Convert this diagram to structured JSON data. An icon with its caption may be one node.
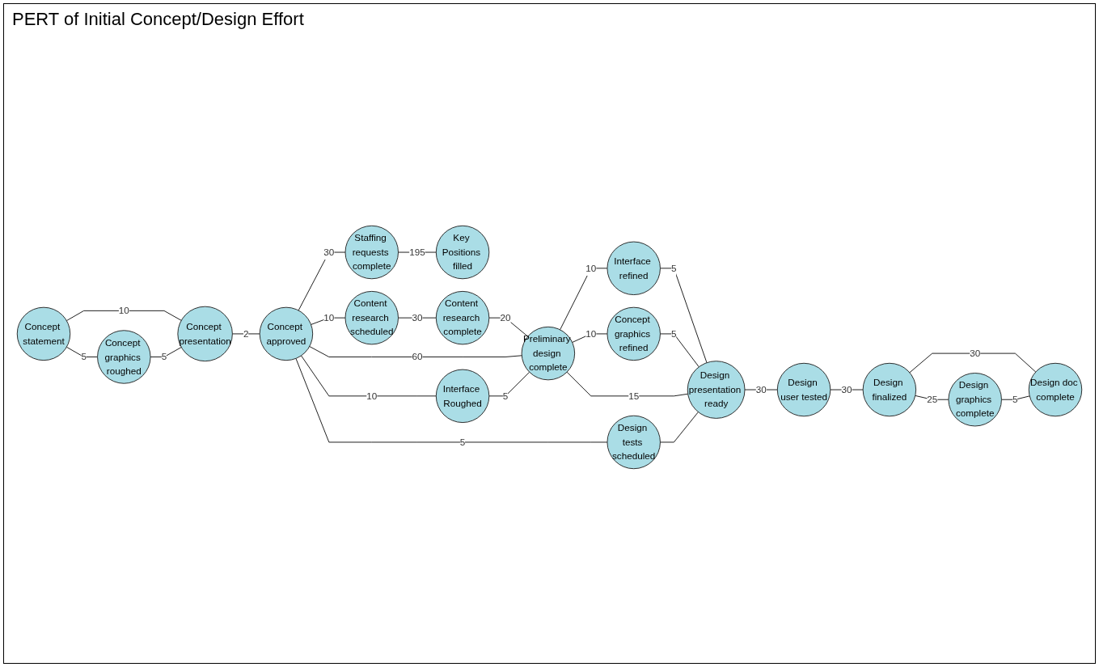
{
  "diagram": {
    "title": "PERT of Initial Concept/Design Effort",
    "nodes": [
      {
        "text": [
          "Concept statement"
        ]
      },
      {
        "text": [
          "Concept presentation"
        ]
      },
      {
        "text": [
          "Concept graphics roughed"
        ]
      },
      {
        "text": [
          "Staffing requests complete"
        ]
      },
      {
        "text": [
          "Key Positions filled"
        ]
      },
      {
        "text": [
          "Concept approved"
        ]
      },
      {
        "text": [
          "Content research scheduled"
        ]
      },
      {
        "text": [
          "Content research complete"
        ]
      },
      {
        "text": [
          "Interface refined"
        ]
      },
      {
        "text": [
          "Preliminary design complete"
        ]
      },
      {
        "text": [
          "Design presentation ready"
        ]
      },
      {
        "text": [
          "Interface Roughed"
        ]
      },
      {
        "text": [
          "Concept graphics refined"
        ]
      },
      {
        "text": [
          "Design tests scheduled"
        ]
      },
      {
        "text": [
          "Design user tested"
        ]
      },
      {
        "text": [
          "Design finalized"
        ]
      },
      {
        "text": [
          "Design doc complete"
        ]
      },
      {
        "text": [
          "Design graphics complete"
        ]
      }
    ],
    "edges": [
      {
        "from": 0,
        "to": 1,
        "arrow": "none",
        "label": "10"
      },
      {
        "from": 0,
        "to": 2,
        "arrow": "none",
        "label": "5"
      },
      {
        "from": 2,
        "to": 1,
        "arrow": "none",
        "label": "5"
      },
      {
        "from": 1,
        "to": 5,
        "arrow": "none",
        "label": "2"
      },
      {
        "from": 5,
        "to": 3,
        "arrow": "none",
        "label": "30"
      },
      {
        "from": 3,
        "to": 4,
        "arrow": "none",
        "label": "195"
      },
      {
        "from": 5,
        "to": 6,
        "arrow": "none",
        "label": "10"
      },
      {
        "from": 6,
        "to": 7,
        "arrow": "none",
        "label": "30"
      },
      {
        "from": 7,
        "to": 9,
        "arrow": "none",
        "label": "20"
      },
      {
        "from": 5,
        "to": 9,
        "arrow": "none",
        "label": "60"
      },
      {
        "from": 5,
        "to": 11,
        "arrow": "none",
        "label": "10"
      },
      {
        "from": 11,
        "to": 9,
        "arrow": "none",
        "label": "5"
      },
      {
        "from": 9,
        "to": 8,
        "arrow": "none",
        "label": "10"
      },
      {
        "from": 8,
        "to": 10,
        "arrow": "none",
        "label": "5"
      },
      {
        "from": 9,
        "to": 12,
        "arrow": "none",
        "label": "10"
      },
      {
        "from": 12,
        "to": 10,
        "arrow": "none",
        "label": "5"
      },
      {
        "from": 9,
        "to": 10,
        "arrow": "none",
        "label": "15"
      },
      {
        "from": 5,
        "to": 13,
        "arrow": "none",
        "label": "5"
      },
      {
        "from": 13,
        "to": 10,
        "arrow": "none"
      },
      {
        "from": 10,
        "to": 14,
        "arrow": "none",
        "label": "30"
      },
      {
        "from": 14,
        "to": 15,
        "arrow": "none",
        "label": "30"
      },
      {
        "from": 15,
        "to": 16,
        "arrow": "none",
        "label": "30"
      },
      {
        "from": 15,
        "to": 17,
        "arrow": "none",
        "label": "25"
      },
      {
        "from": 17,
        "to": 16,
        "arrow": "none",
        "label": "5"
      }
    ]
  }
}
